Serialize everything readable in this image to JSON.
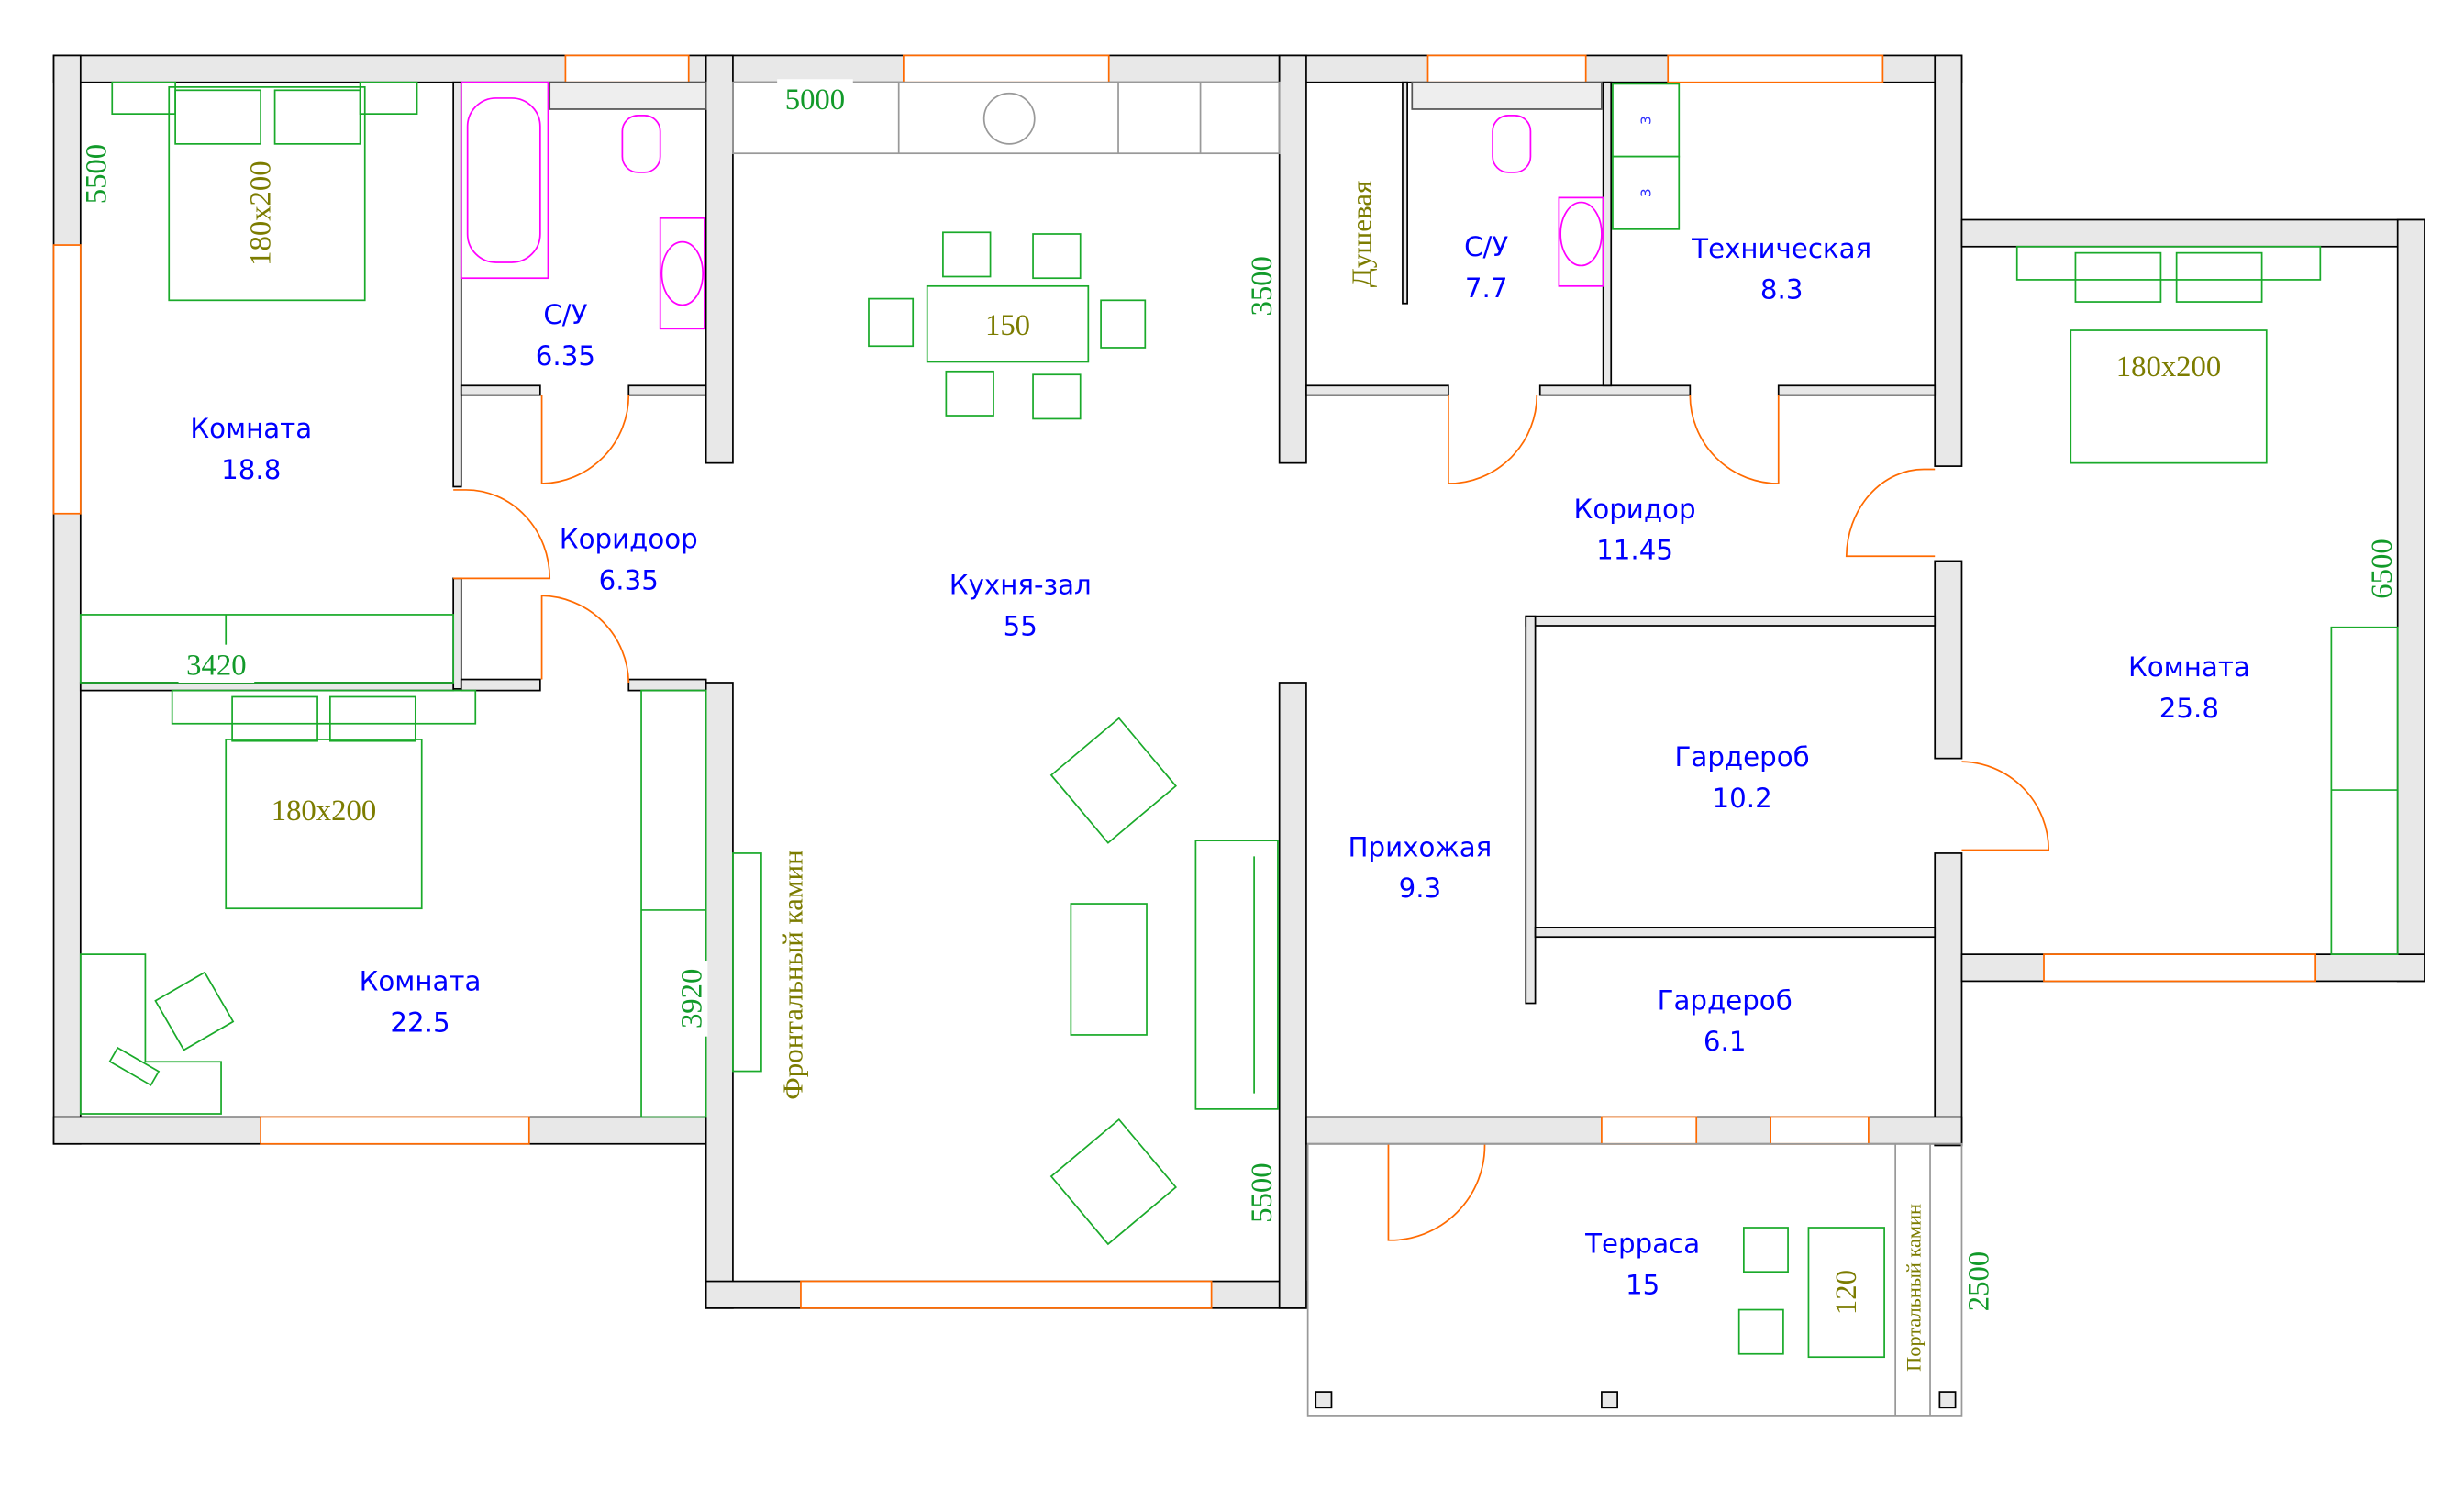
{
  "rooms": [
    {
      "name": "Комната",
      "area": "18.8"
    },
    {
      "name": "С/У",
      "area": "6.35"
    },
    {
      "name": "Коридоор",
      "area": "6.35"
    },
    {
      "name": "Кухня-зал",
      "area": "55"
    },
    {
      "name": "С/У",
      "area": "7.7"
    },
    {
      "name": "Техническая",
      "area": "8.3"
    },
    {
      "name": "Коридор",
      "area": "11.45"
    },
    {
      "name": "Комната",
      "area": "25.8"
    },
    {
      "name": "Гардероб",
      "area": "10.2"
    },
    {
      "name": "Прихожая",
      "area": "9.3"
    },
    {
      "name": "Гардероб",
      "area": "6.1"
    },
    {
      "name": "Комната",
      "area": "22.5"
    },
    {
      "name": "Терраса",
      "area": "15"
    }
  ],
  "dimensions": {
    "left_top": "5500",
    "kitchen_top": "5000",
    "kitchen_right_top": "3500",
    "room_bottom_left": "3420",
    "room_right_22": "3920",
    "kitchen_right_bottom": "5500",
    "room_right_25": "6500",
    "terrace_right": "2500"
  },
  "furniture": {
    "bed_1": "180x200",
    "bed_2": "180x200",
    "bed_3": "180x200",
    "dining_table": "150",
    "terrace_table": "120",
    "shower": "Душевая",
    "front_fireplace": "Фронтальный камин",
    "portal_fireplace": "Портальный камин",
    "cabinet_1": "3",
    "cabinet_2": "3"
  },
  "colors": {
    "room_label": "#0000ff",
    "dimension": "#129a2a",
    "furniture_label": "#7c7c00",
    "door": "#ff6a00",
    "furniture": "#1aaa2a",
    "sanitary": "#ff00ff",
    "wall": "#e8e8e8"
  }
}
